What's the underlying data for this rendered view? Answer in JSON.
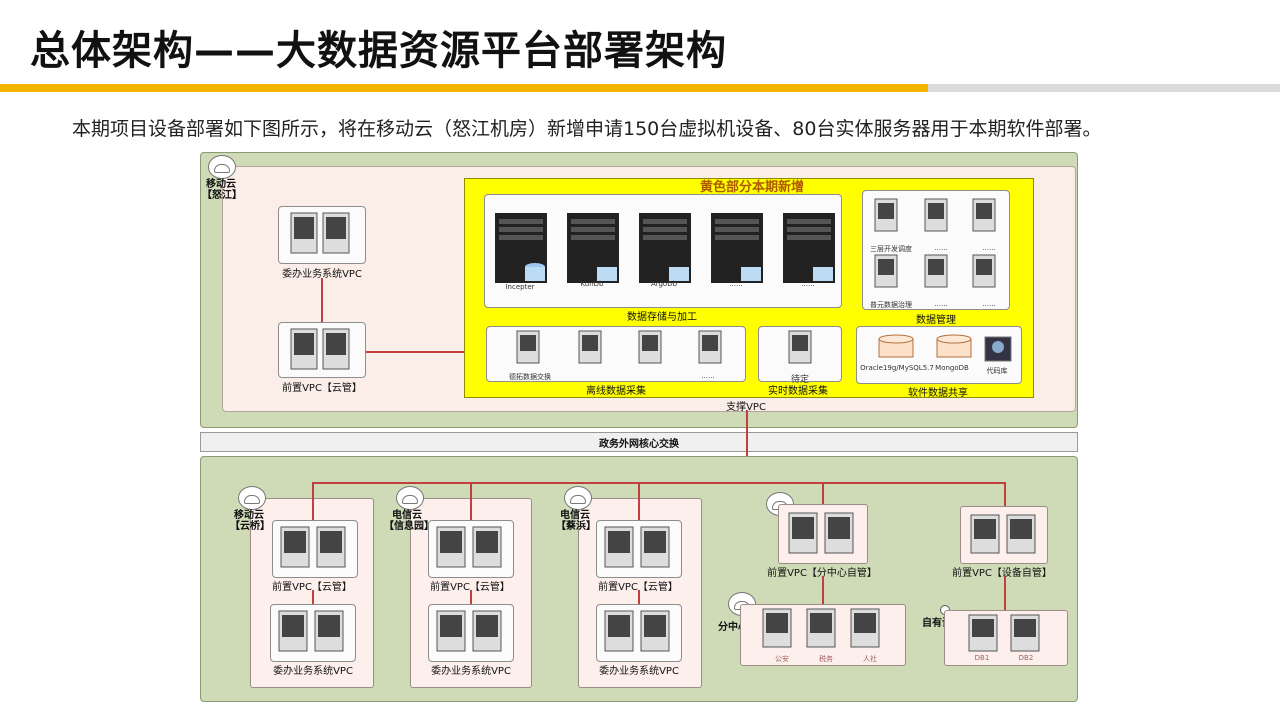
{
  "slide": {
    "title": "总体架构——大数据资源平台部署架构",
    "intro": "本期项目设备部署如下图所示，将在移动云（怒江机房）新增申请150台虚拟机设备、80台实体服务器用于本期软件部署。"
  },
  "colors": {
    "accent_bar": "#f5b400",
    "outer_green": "#cfdbb7",
    "zone_pink": "#fbeee9",
    "new_yellow": "#ffff00",
    "link_red": "#c04040"
  },
  "diagram": {
    "top": {
      "cloud_label_1": "移动云",
      "cloud_label_2": "【怒江】",
      "vpc_business": "委办业务系统VPC",
      "vpc_front": "前置VPC【云管】",
      "new_title": "黄色部分本期新增",
      "storage_caption": "数据存储与加工",
      "storage_servers": [
        "Incepter",
        "KunDb",
        "ArgoDb",
        "......",
        "......"
      ],
      "mgmt_caption": "数据管理",
      "mgmt_items": [
        "三层开发调度",
        "......",
        "......",
        "普元数据治理",
        "......",
        "......"
      ],
      "offline_caption": "离线数据采集",
      "offline_items": [
        "德拓数据交换",
        "",
        "",
        "......"
      ],
      "realtime_caption": "实时数据采集",
      "realtime_item": "待定",
      "share_caption": "软件数据共享",
      "share_items": [
        "Oracle19g/MySQL5.7",
        "MongoDB",
        "代码库"
      ],
      "support_vpc": "支撑VPC"
    },
    "switch_label": "政务外网核心交换",
    "bottom": {
      "groups": [
        {
          "cloud_1": "移动云",
          "cloud_2": "【云桥】",
          "front": "前置VPC【云管】",
          "business": "委办业务系统VPC"
        },
        {
          "cloud_1": "电信云",
          "cloud_2": "【信息园】",
          "front": "前置VPC【云管】",
          "business": "委办业务系统VPC"
        },
        {
          "cloud_1": "电信云",
          "cloud_2": "【蔡浜】",
          "front": "前置VPC【云管】",
          "business": "委办业务系统VPC"
        }
      ],
      "branch_front": "前置VPC【分中心自管】",
      "branch_cloud": "分中心云",
      "branch_servers": [
        "公安",
        "税务",
        "人社"
      ],
      "device_front": "前置VPC【设备自管】",
      "own_device": "自有设备",
      "device_servers": [
        "DB1",
        "DB2"
      ]
    }
  }
}
